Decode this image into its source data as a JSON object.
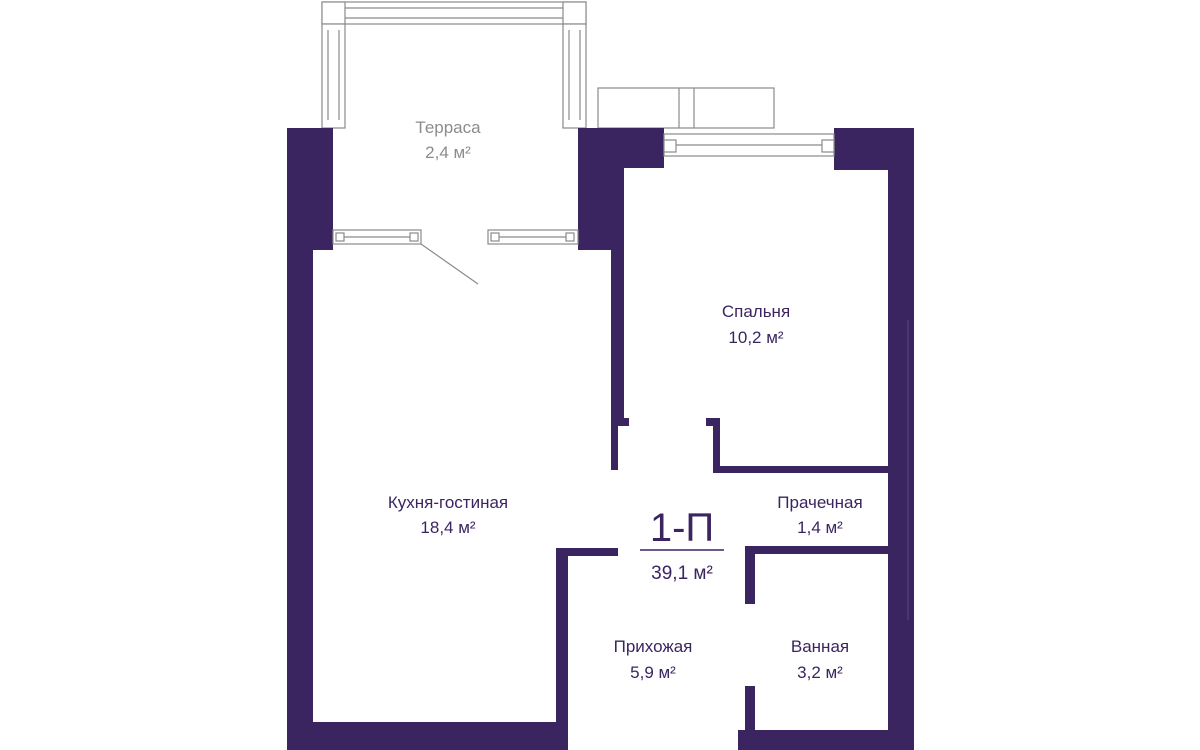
{
  "plan": {
    "apartment_code": "1-П",
    "total_area": "39,1 м²",
    "rooms": [
      {
        "name": "Терраса",
        "area": "2,4 м²"
      },
      {
        "name": "Спальня",
        "area": "10,2 м²"
      },
      {
        "name": "Кухня-гостиная",
        "area": "18,4 м²"
      },
      {
        "name": "Прачечная",
        "area": "1,4 м²"
      },
      {
        "name": "Прихожая",
        "area": "5,9 м²"
      },
      {
        "name": "Ванная",
        "area": "3,2 м²"
      }
    ]
  },
  "colors": {
    "wall": "#3b2560",
    "label": "#3b2560",
    "terrace_label": "#8c8c8c",
    "window": "#8a8a8a"
  }
}
